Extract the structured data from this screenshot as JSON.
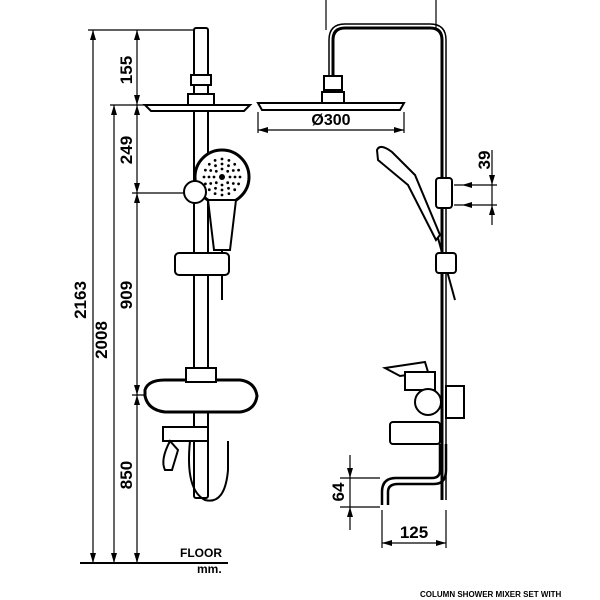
{
  "dimensions": {
    "total_height": "2163",
    "floor_to_head": "2008",
    "top_offset": "155",
    "head_to_holder": "249",
    "holder_to_mixer": "909",
    "mixer_height": "850",
    "head_diameter": "Ø300",
    "bracket_spacing": "39",
    "spout_drop": "64",
    "spout_reach": "125"
  },
  "labels": {
    "floor": "FLOOR",
    "unit": "mm.",
    "caption": "COLUMN SHOWER MIXER SET WITH"
  }
}
